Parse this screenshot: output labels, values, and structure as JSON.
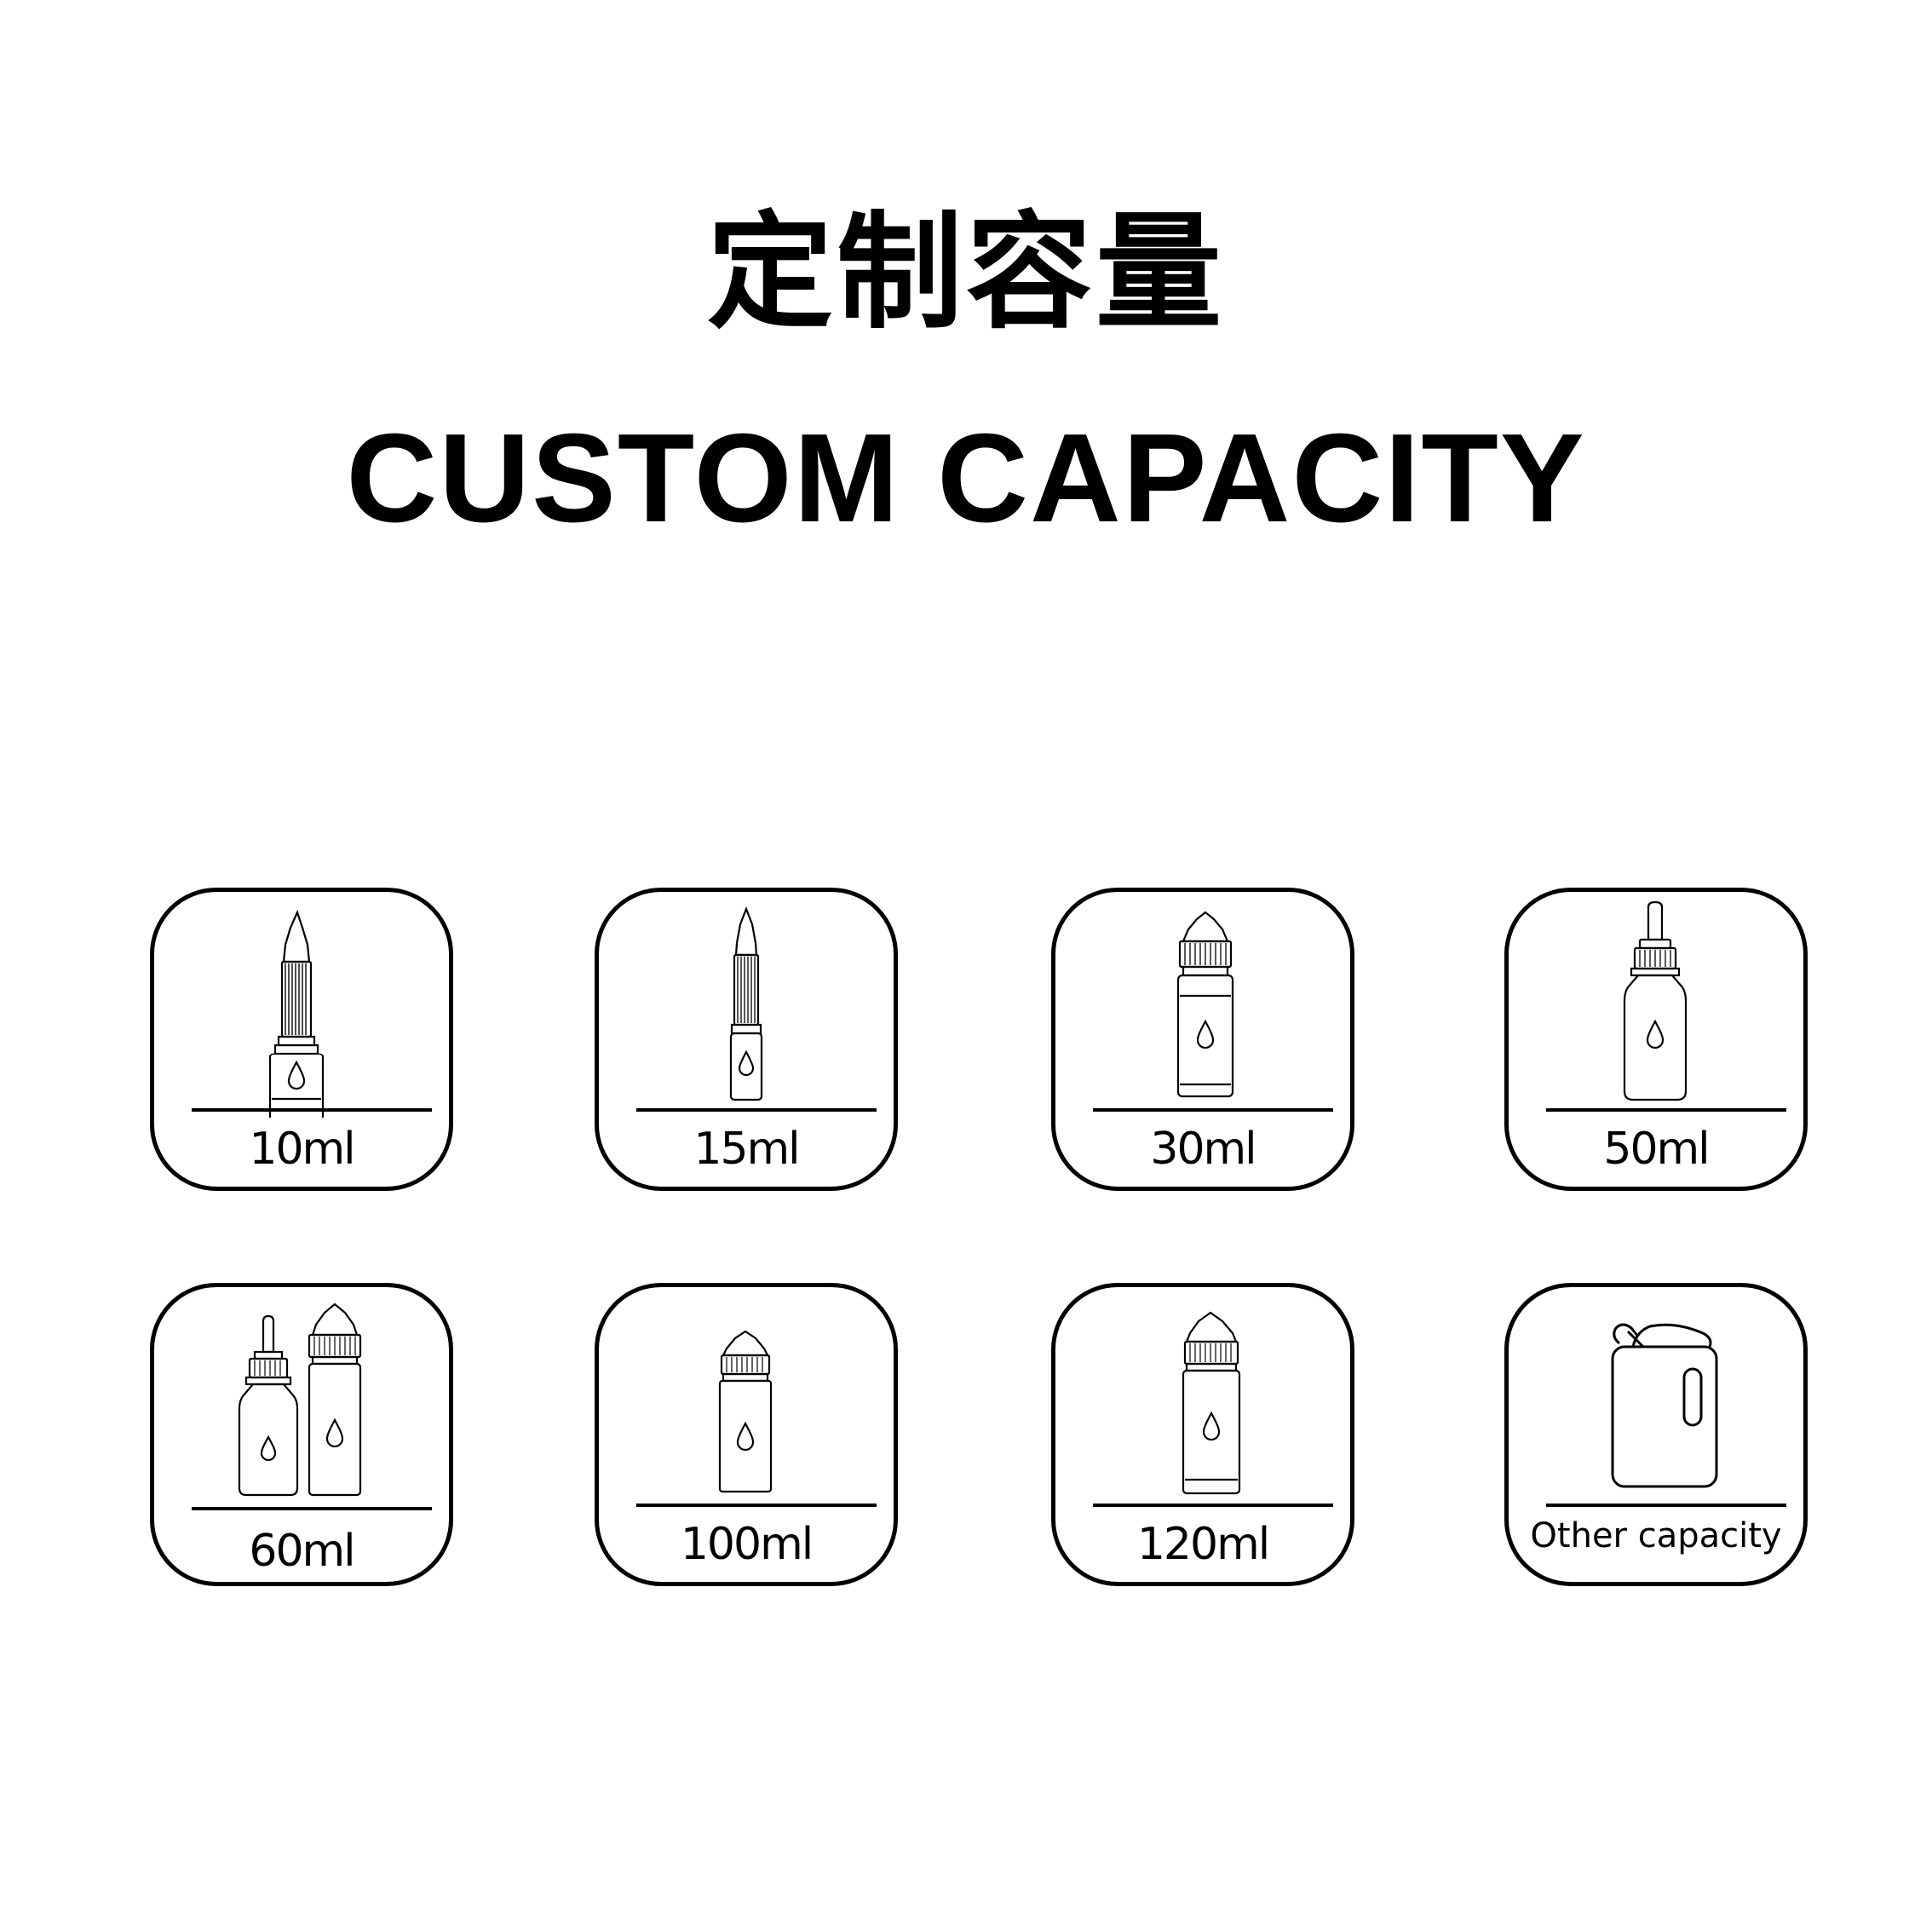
{
  "header": {
    "title_cn": "定制容量",
    "title_en": "CUSTOM CAPACITY"
  },
  "options": [
    {
      "label": "10ml",
      "icon": "dropper-bottle-tall-icon"
    },
    {
      "label": "15ml",
      "icon": "dropper-bottle-slim-icon"
    },
    {
      "label": "30ml",
      "icon": "unicorn-bottle-short-icon"
    },
    {
      "label": "50ml",
      "icon": "pipette-bottle-icon"
    },
    {
      "label": "60ml",
      "icon": "pipette-and-unicorn-bottles-icon"
    },
    {
      "label": "100ml",
      "icon": "unicorn-bottle-medium-icon"
    },
    {
      "label": "120ml",
      "icon": "unicorn-bottle-large-icon"
    },
    {
      "label": "Other capacity",
      "icon": "jerrycan-icon"
    }
  ]
}
